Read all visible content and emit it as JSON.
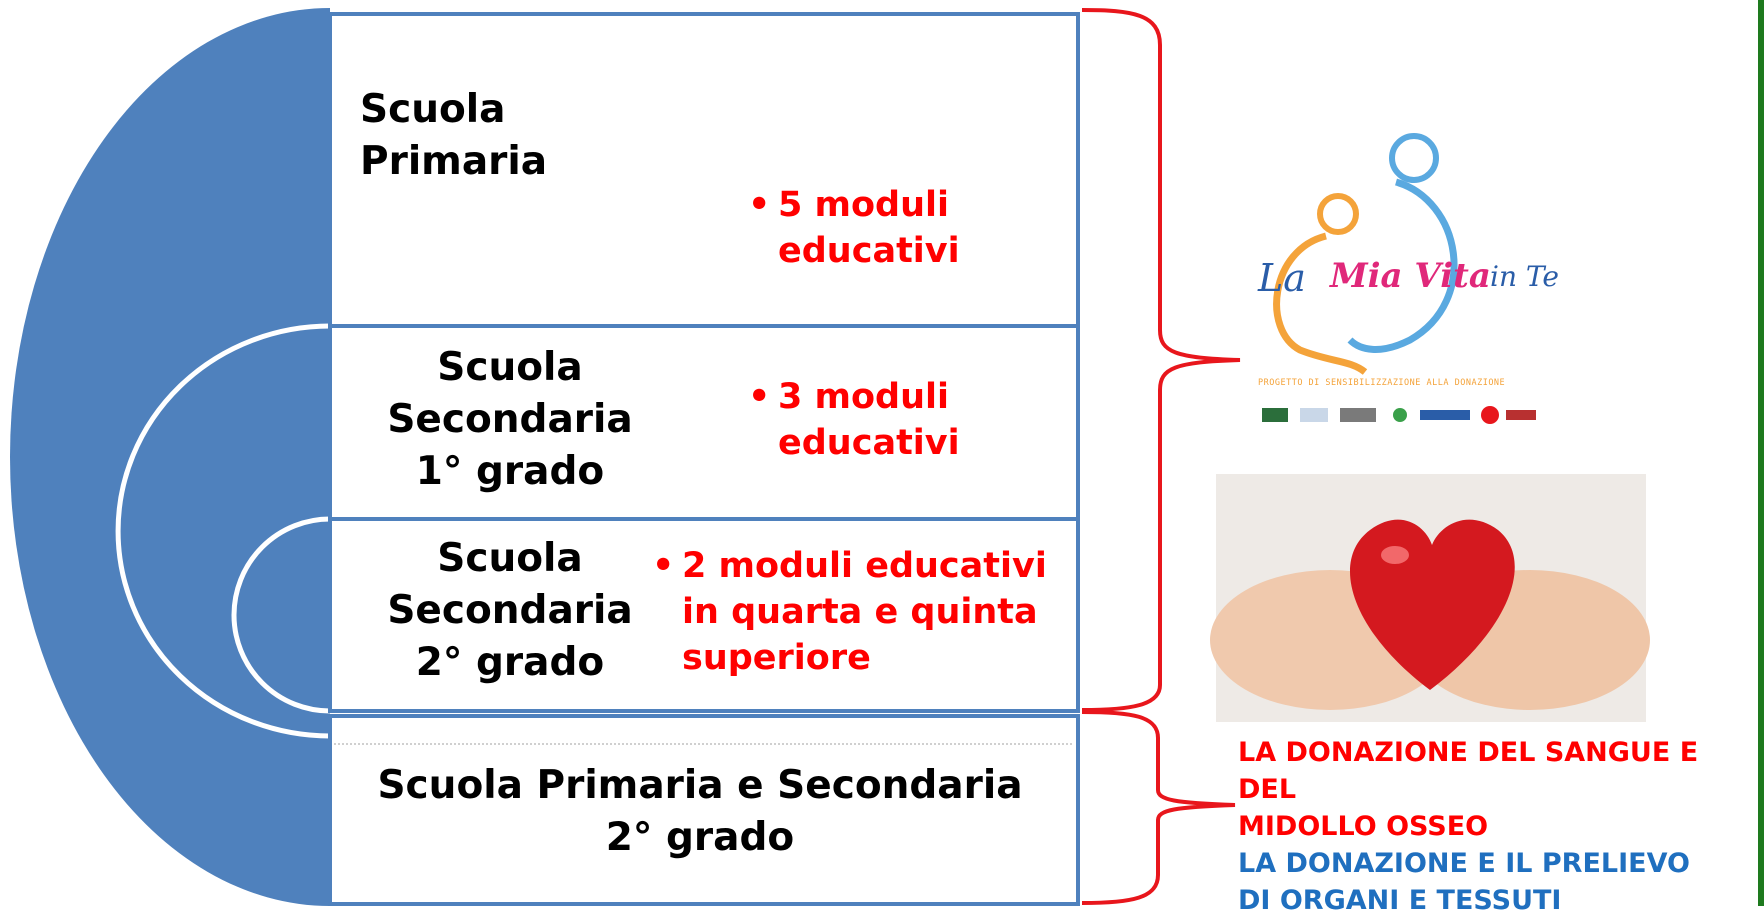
{
  "rows": [
    {
      "label": "Scuola Primaria",
      "bullet": "5 moduli educativi"
    },
    {
      "label": "Scuola Secondaria 1° grado",
      "bullet": "3 moduli educativi"
    },
    {
      "label": "Scuola Secondaria 2° grado",
      "bullet": "2 moduli educativi in quarta e quinta superiore"
    },
    {
      "label": "Scuola Primaria e Secondaria 2° grado"
    }
  ],
  "logo": {
    "line1": "La",
    "line2": "Mia Vita",
    "line3": "in Te",
    "subtitle": "PROGETTO DI SENSIBILIZZAZIONE ALLA DONAZIONE"
  },
  "caption": {
    "red_line1": "LA DONAZIONE DEL SANGUE E DEL",
    "red_line2": "MIDOLLO OSSEO",
    "blue_line1": "LA DONAZIONE E IL PRELIEVO",
    "blue_line2": "DI ORGANI E TESSUTI"
  },
  "colors": {
    "blue_fill": "#4f81bd",
    "box_border": "#4f81bd",
    "bracket": "#e8161c",
    "bullet_text": "#ff0000",
    "caption_blue": "#1f6fbf",
    "logo_orange": "#f4a33a",
    "logo_blue": "#5aa9e0",
    "heart_red": "#d4191f"
  }
}
